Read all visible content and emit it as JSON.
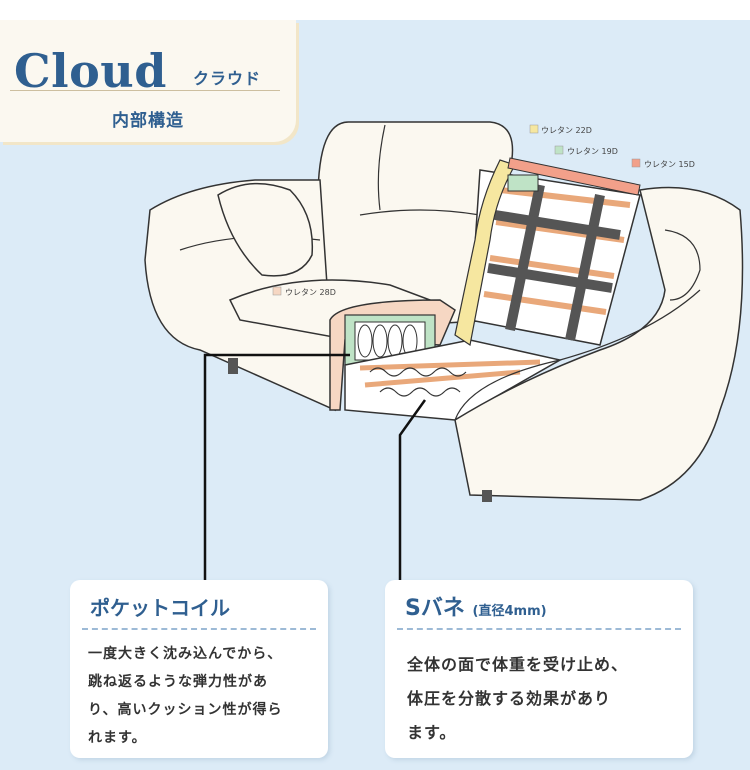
{
  "title": {
    "main": "Cloud",
    "sub": "クラウド",
    "caption": "内部構造"
  },
  "urethane_labels": [
    {
      "text": "ウレタン 22D",
      "color": "#f6e7a0"
    },
    {
      "text": "ウレタン 19D",
      "color": "#bfe3c6"
    },
    {
      "text": "ウレタン 15D",
      "color": "#f2a08a"
    },
    {
      "text": "ウレタン 28D",
      "color": "#f6d7c3"
    }
  ],
  "pocket_coil": {
    "title": "ポケットコイル",
    "lines": [
      "一度大きく沈み込んでから、",
      "跳ね返るような弾力性があ",
      "り、高いクッション性が得ら",
      "れます。"
    ]
  },
  "s_spring": {
    "title": "Sバネ",
    "spec": "(直径4mm)",
    "lines": [
      "全体の面で体重を受け止め、",
      "体圧を分散する効果があり",
      "ます。"
    ]
  },
  "colors": {
    "background": "#dcebf7",
    "accent": "#2f5f90",
    "sofa_fabric": "#fbf8f0"
  }
}
